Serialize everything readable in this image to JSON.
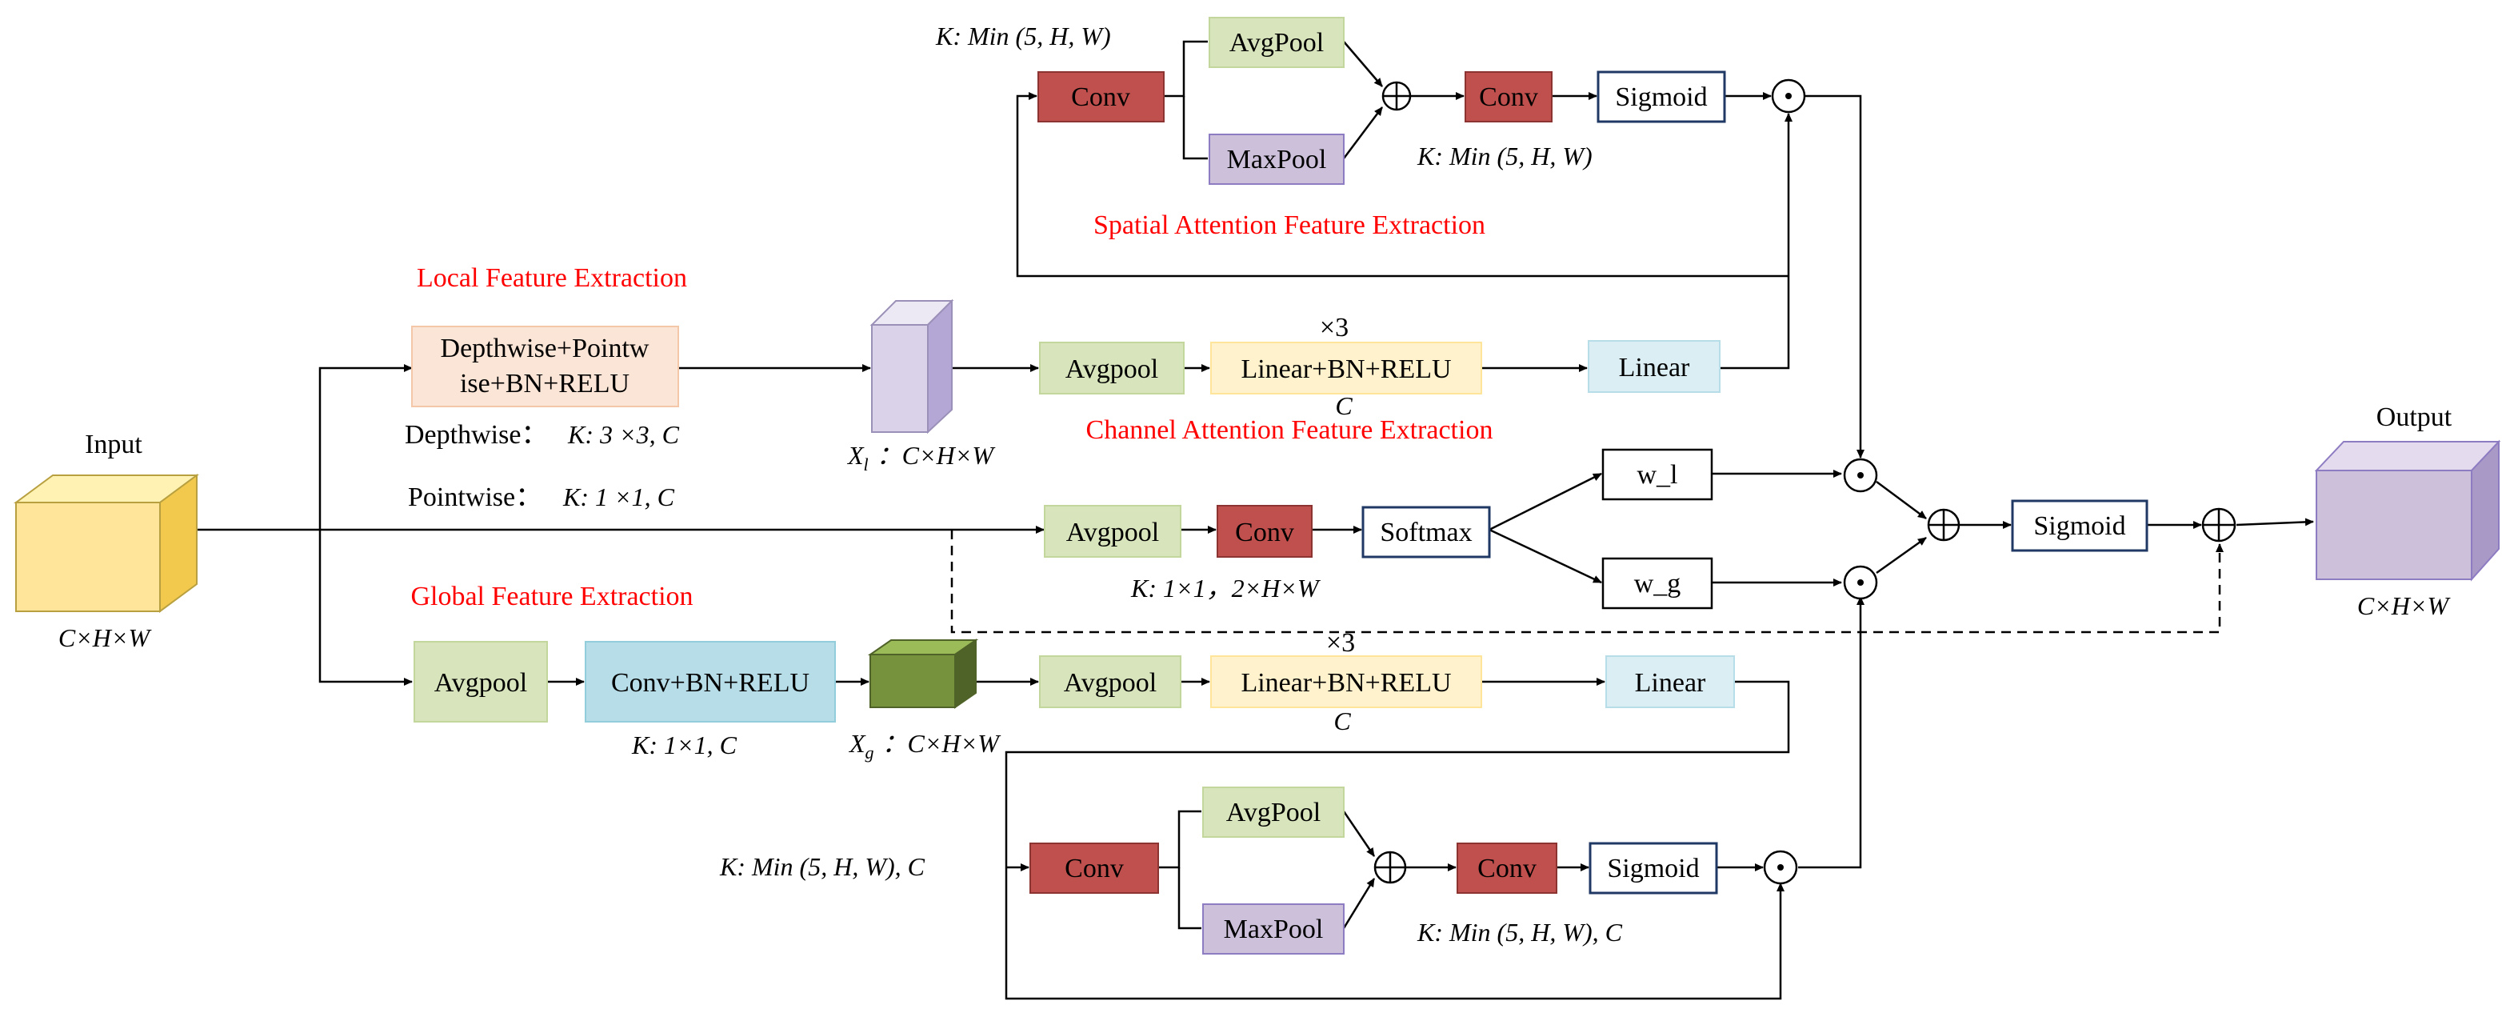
{
  "colors": {
    "conv": "#c0504d",
    "pool_green": "#d7e4bc",
    "maxpool_purple": "#ccc0da",
    "linear_yellow": "#fff2cc",
    "linear_blue": "#dbeef4",
    "local_box": "#fbe5d6",
    "outline_blue": "#1f3864",
    "title_red": "#ff0000",
    "input_cube": "#ffe599",
    "output_cube": "#ccc0da",
    "xl_cube": "#d9d2e9",
    "xg_cube": "#76923c"
  },
  "input": {
    "label": "Input",
    "dims": "C×H×W"
  },
  "output": {
    "label": "Output",
    "dims": "C×H×W"
  },
  "local": {
    "title": "Local Feature Extraction",
    "box_line1": "Depthwise+Pointw",
    "box_line2": "ise+BN+RELU",
    "depthwise_prefix": "Depthwise：",
    "depthwise_k": "K: 3 ×3, C",
    "pointwise_prefix": "Pointwise：",
    "pointwise_k": "K: 1 ×1, C",
    "xl_label": "X",
    "xl_sub": "l",
    "xl_dims": "：C×H×W"
  },
  "global": {
    "title": "Global Feature Extraction",
    "avgpool": "Avgpool",
    "conv_bn": "Conv+BN+RELU",
    "conv_k": "K: 1×1, C",
    "xg_label": "X",
    "xg_sub": "g",
    "xg_dims": "：C×H×W"
  },
  "spatial_top": {
    "title": "Spatial  Attention Feature Extraction",
    "k_left": "K: Min (5, H, W)",
    "conv1": "Conv",
    "avgpool": "AvgPool",
    "maxpool": "MaxPool",
    "conv2": "Conv",
    "sigmoid": "Sigmoid",
    "k_right": "K: Min (5, H, W)"
  },
  "channel_top": {
    "title": "Channel Attention Feature Extraction",
    "avgpool": "Avgpool",
    "linear_bn": "Linear+BN+RELU",
    "times3": "×3",
    "c_label": "C",
    "linear": "Linear"
  },
  "middle": {
    "avgpool": "Avgpool",
    "conv": "Conv",
    "softmax": "Softmax",
    "k_label": "K: 1×1，2×H×W",
    "w_l": "w_l",
    "w_g": "w_g",
    "sigmoid": "Sigmoid"
  },
  "channel_bottom": {
    "avgpool": "Avgpool",
    "linear_bn": "Linear+BN+RELU",
    "times3": "×3",
    "c_label": "C",
    "linear": "Linear"
  },
  "spatial_bottom": {
    "k_left": "K: Min (5, H, W), C",
    "conv1": "Conv",
    "avgpool": "AvgPool",
    "maxpool": "MaxPool",
    "conv2": "Conv",
    "sigmoid": "Sigmoid",
    "k_right": "K: Min (5, H, W), C"
  },
  "ops": {
    "dot": "⊙",
    "plus": "⊕"
  }
}
